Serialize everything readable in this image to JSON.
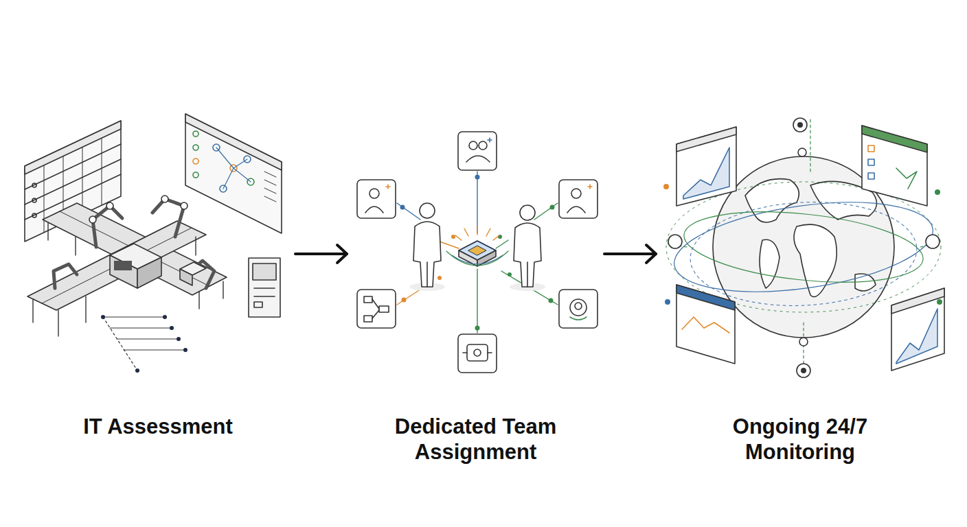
{
  "diagram": {
    "nodes": [
      {
        "text": [
          "IT Assessment"
        ]
      },
      {
        "text": [
          "Dedicated Team Assignment"
        ]
      },
      {
        "text": [
          "Ongoing 24/7 Monitoring"
        ]
      }
    ],
    "edges": [
      {
        "from": 0,
        "to": 1,
        "arrow": "to"
      },
      {
        "from": 1,
        "to": 2,
        "arrow": "to"
      }
    ]
  }
}
